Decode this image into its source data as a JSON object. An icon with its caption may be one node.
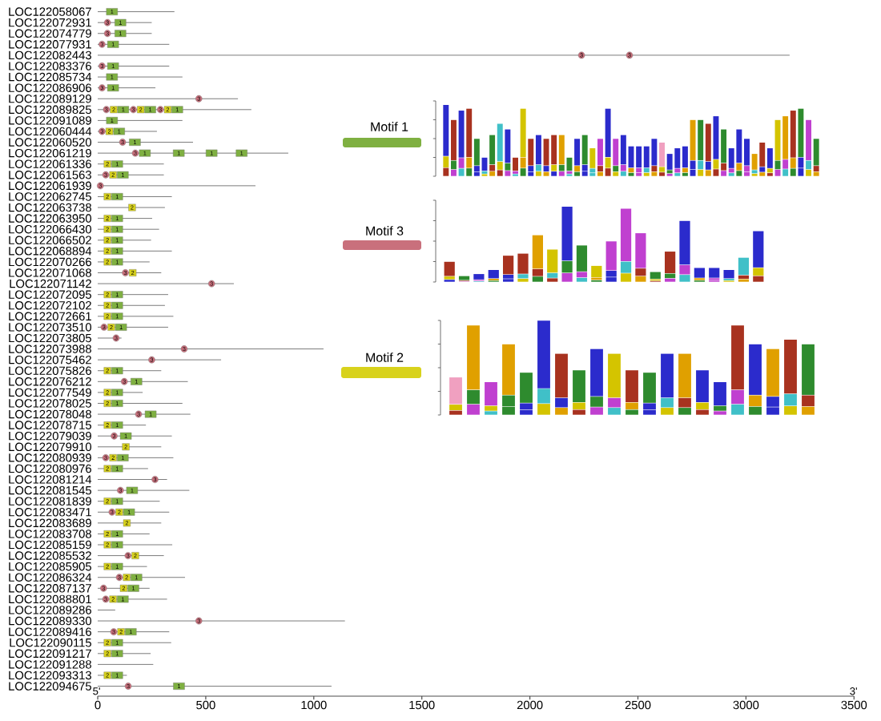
{
  "diagram": {
    "nodes": [
      {
        "text": [
          "LOC122058067"
        ]
      },
      {
        "text": [
          "1"
        ],
        "in": 0
      },
      {
        "text": [
          "LOC122072931"
        ]
      },
      {
        "text": [
          "3"
        ],
        "in": 2
      },
      {
        "text": [
          "1"
        ],
        "in": 2
      },
      {
        "text": [
          "LOC122074779"
        ]
      },
      {
        "text": [
          "3"
        ],
        "in": 5
      },
      {
        "text": [
          "1"
        ],
        "in": 5
      },
      {
        "text": [
          "LOC122077931"
        ]
      },
      {
        "text": [
          "3"
        ],
        "in": 8
      },
      {
        "text": [
          "1"
        ],
        "in": 8
      },
      {
        "text": [
          "LOC122082443"
        ]
      },
      {
        "text": [
          "3"
        ],
        "in": 11
      },
      {
        "text": [
          "3"
        ],
        "in": 11
      },
      {
        "text": [
          "LOC122083376"
        ]
      },
      {
        "text": [
          "3"
        ],
        "in": 14
      },
      {
        "text": [
          "1"
        ],
        "in": 14
      },
      {
        "text": [
          "LOC122085734"
        ]
      },
      {
        "text": [
          "1"
        ],
        "in": 17
      },
      {
        "text": [
          "LOC122086906"
        ]
      },
      {
        "text": [
          "3"
        ],
        "in": 19
      },
      {
        "text": [
          "1"
        ],
        "in": 19
      },
      {
        "text": [
          "LOC122089129"
        ]
      },
      {
        "text": [
          "3"
        ],
        "in": 22
      },
      {
        "text": [
          "LOC122089825"
        ]
      },
      {
        "text": [
          "3"
        ],
        "in": 24
      },
      {
        "text": [
          "2"
        ],
        "in": 24
      },
      {
        "text": [
          "1"
        ],
        "in": 24
      },
      {
        "text": [
          "3"
        ],
        "in": 24
      },
      {
        "text": [
          "2"
        ],
        "in": 24
      },
      {
        "text": [
          "1"
        ],
        "in": 24
      },
      {
        "text": [
          "3"
        ],
        "in": 24
      },
      {
        "text": [
          "2"
        ],
        "in": 24
      },
      {
        "text": [
          "1"
        ],
        "in": 24
      },
      {
        "text": [
          "LOC122091089"
        ]
      },
      {
        "text": [
          "1"
        ],
        "in": 34
      },
      {
        "text": [
          "LOC122060444"
        ]
      },
      {
        "text": [
          "3"
        ],
        "in": 36
      },
      {
        "text": [
          "2"
        ],
        "in": 36
      },
      {
        "text": [
          "1"
        ],
        "in": 36
      },
      {
        "text": [
          "LOC122060520"
        ]
      },
      {
        "text": [
          "3"
        ],
        "in": 40
      },
      {
        "text": [
          "1"
        ],
        "in": 40
      },
      {
        "text": [
          "LOC122061219"
        ]
      },
      {
        "text": [
          "3"
        ],
        "in": 43
      },
      {
        "text": [
          "1"
        ],
        "in": 43
      },
      {
        "text": [
          "1"
        ],
        "in": 43
      },
      {
        "text": [
          "1"
        ],
        "in": 43
      },
      {
        "text": [
          "1"
        ],
        "in": 43
      },
      {
        "text": [
          "LOC122061336"
        ]
      },
      {
        "text": [
          "2"
        ],
        "in": 49
      },
      {
        "text": [
          "1"
        ],
        "in": 49
      },
      {
        "text": [
          "LOC122061563"
        ]
      },
      {
        "text": [
          "3"
        ],
        "in": 52
      },
      {
        "text": [
          "2"
        ],
        "in": 52
      },
      {
        "text": [
          "1"
        ],
        "in": 52
      },
      {
        "text": [
          "LOC122061939"
        ]
      },
      {
        "text": [
          "3"
        ],
        "in": 56
      },
      {
        "text": [
          "LOC122062745"
        ]
      },
      {
        "text": [
          "2"
        ],
        "in": 58
      },
      {
        "text": [
          "1"
        ],
        "in": 58
      },
      {
        "text": [
          "LOC122063738"
        ]
      },
      {
        "text": [
          "2"
        ],
        "in": 61
      },
      {
        "text": [
          "LOC122063950"
        ]
      },
      {
        "text": [
          "2"
        ],
        "in": 63
      },
      {
        "text": [
          "1"
        ],
        "in": 63
      },
      {
        "text": [
          "LOC122066430"
        ]
      },
      {
        "text": [
          "2"
        ],
        "in": 66
      },
      {
        "text": [
          "1"
        ],
        "in": 66
      },
      {
        "text": [
          "LOC122066502"
        ]
      },
      {
        "text": [
          "2"
        ],
        "in": 69
      },
      {
        "text": [
          "1"
        ],
        "in": 69
      },
      {
        "text": [
          "LOC122068894"
        ]
      },
      {
        "text": [
          "2"
        ],
        "in": 72
      },
      {
        "text": [
          "1"
        ],
        "in": 72
      },
      {
        "text": [
          "LOC122070266"
        ]
      },
      {
        "text": [
          "2"
        ],
        "in": 75
      },
      {
        "text": [
          "1"
        ],
        "in": 75
      },
      {
        "text": [
          "LOC122071068"
        ]
      },
      {
        "text": [
          "3"
        ],
        "in": 78
      },
      {
        "text": [
          "2"
        ],
        "in": 78
      },
      {
        "text": [
          "LOC122071142"
        ]
      },
      {
        "text": [
          "3"
        ],
        "in": 81
      },
      {
        "text": [
          "LOC122072095"
        ]
      },
      {
        "text": [
          "2"
        ],
        "in": 83
      },
      {
        "text": [
          "1"
        ],
        "in": 83
      },
      {
        "text": [
          "LOC122072102"
        ]
      },
      {
        "text": [
          "2"
        ],
        "in": 86
      },
      {
        "text": [
          "1"
        ],
        "in": 86
      },
      {
        "text": [
          "LOC122072661"
        ]
      },
      {
        "text": [
          "2"
        ],
        "in": 89
      },
      {
        "text": [
          "1"
        ],
        "in": 89
      },
      {
        "text": [
          "LOC122073510"
        ]
      },
      {
        "text": [
          "3"
        ],
        "in": 92
      },
      {
        "text": [
          "2"
        ],
        "in": 92
      },
      {
        "text": [
          "1"
        ],
        "in": 92
      },
      {
        "text": [
          "LOC122073805"
        ]
      },
      {
        "text": [
          "3"
        ],
        "in": 96
      },
      {
        "text": [
          "LOC122073988"
        ]
      },
      {
        "text": [
          "3"
        ],
        "in": 98
      },
      {
        "text": [
          "LOC122075462"
        ]
      },
      {
        "text": [
          "3"
        ],
        "in": 100
      },
      {
        "text": [
          "LOC122075826"
        ]
      },
      {
        "text": [
          "2"
        ],
        "in": 102
      },
      {
        "text": [
          "1"
        ],
        "in": 102
      },
      {
        "text": [
          "LOC122076212"
        ]
      },
      {
        "text": [
          "3"
        ],
        "in": 105
      },
      {
        "text": [
          "1"
        ],
        "in": 105
      },
      {
        "text": [
          "LOC122077549"
        ]
      },
      {
        "text": [
          "2"
        ],
        "in": 108
      },
      {
        "text": [
          "1"
        ],
        "in": 108
      },
      {
        "text": [
          "LOC122078025"
        ]
      },
      {
        "text": [
          "2"
        ],
        "in": 111
      },
      {
        "text": [
          "1"
        ],
        "in": 111
      },
      {
        "text": [
          "LOC122078048"
        ]
      },
      {
        "text": [
          "3"
        ],
        "in": 114
      },
      {
        "text": [
          "1"
        ],
        "in": 114
      },
      {
        "text": [
          "LOC122078715"
        ]
      },
      {
        "text": [
          "2"
        ],
        "in": 117
      },
      {
        "text": [
          "1"
        ],
        "in": 117
      },
      {
        "text": [
          "LOC122079039"
        ]
      },
      {
        "text": [
          "3"
        ],
        "in": 120
      },
      {
        "text": [
          "1"
        ],
        "in": 120
      },
      {
        "text": [
          "LOC122079910"
        ]
      },
      {
        "text": [
          "2"
        ],
        "in": 123
      },
      {
        "text": [
          "LOC122080939"
        ]
      },
      {
        "text": [
          "3"
        ],
        "in": 125
      },
      {
        "text": [
          "2"
        ],
        "in": 125
      },
      {
        "text": [
          "1"
        ],
        "in": 125
      },
      {
        "text": [
          "LOC122080976"
        ]
      },
      {
        "text": [
          "2"
        ],
        "in": 129
      },
      {
        "text": [
          "1"
        ],
        "in": 129
      },
      {
        "text": [
          "LOC122081214"
        ]
      },
      {
        "text": [
          "3"
        ],
        "in": 132
      },
      {
        "text": [
          "LOC122081545"
        ]
      },
      {
        "text": [
          "3"
        ],
        "in": 134
      },
      {
        "text": [
          "1"
        ],
        "in": 134
      },
      {
        "text": [
          "LOC122081839"
        ]
      },
      {
        "text": [
          "2"
        ],
        "in": 137
      },
      {
        "text": [
          "1"
        ],
        "in": 137
      },
      {
        "text": [
          "LOC122083471"
        ]
      },
      {
        "text": [
          "3"
        ],
        "in": 140
      },
      {
        "text": [
          "2"
        ],
        "in": 140
      },
      {
        "text": [
          "1"
        ],
        "in": 140
      },
      {
        "text": [
          "LOC122083689"
        ]
      },
      {
        "text": [
          "2"
        ],
        "in": 144
      },
      {
        "text": [
          "LOC122083708"
        ]
      },
      {
        "text": [
          "2"
        ],
        "in": 146
      },
      {
        "text": [
          "1"
        ],
        "in": 146
      },
      {
        "text": [
          "LOC122085159"
        ]
      },
      {
        "text": [
          "2"
        ],
        "in": 149
      },
      {
        "text": [
          "1"
        ],
        "in": 149
      },
      {
        "text": [
          "LOC122085532"
        ]
      },
      {
        "text": [
          "3"
        ],
        "in": 152
      },
      {
        "text": [
          "2"
        ],
        "in": 152
      },
      {
        "text": [
          "LOC122085905"
        ]
      },
      {
        "text": [
          "2"
        ],
        "in": 155
      },
      {
        "text": [
          "1"
        ],
        "in": 155
      },
      {
        "text": [
          "LOC122086324"
        ]
      },
      {
        "text": [
          "3"
        ],
        "in": 158
      },
      {
        "text": [
          "2"
        ],
        "in": 158
      },
      {
        "text": [
          "1"
        ],
        "in": 158
      },
      {
        "text": [
          "LOC122087137"
        ]
      },
      {
        "text": [
          "3"
        ],
        "in": 162
      },
      {
        "text": [
          "2"
        ],
        "in": 162
      },
      {
        "text": [
          "1"
        ],
        "in": 162
      },
      {
        "text": [
          "LOC122088801"
        ]
      },
      {
        "text": [
          "3"
        ],
        "in": 166
      },
      {
        "text": [
          "2"
        ],
        "in": 166
      },
      {
        "text": [
          "1"
        ],
        "in": 166
      },
      {
        "text": [
          "LOC122089286"
        ]
      },
      {
        "text": [
          "LOC122089330"
        ]
      },
      {
        "text": [
          "3"
        ],
        "in": 171
      },
      {
        "text": [
          "LOC122089416"
        ]
      },
      {
        "text": [
          "3"
        ],
        "in": 173
      },
      {
        "text": [
          "2"
        ],
        "in": 173
      },
      {
        "text": [
          "1"
        ],
        "in": 173
      },
      {
        "text": [
          "LOC122090115"
        ]
      },
      {
        "text": [
          "2"
        ],
        "in": 177
      },
      {
        "text": [
          "1"
        ],
        "in": 177
      },
      {
        "text": [
          "LOC122091217"
        ]
      },
      {
        "text": [
          "2"
        ],
        "in": 180
      },
      {
        "text": [
          "1"
        ],
        "in": 180
      },
      {
        "text": [
          "LOC122091288"
        ]
      },
      {
        "text": [
          "LOC122093313"
        ]
      },
      {
        "text": [
          "2"
        ],
        "in": 184
      },
      {
        "text": [
          "1"
        ],
        "in": 184
      },
      {
        "text": [
          "LOC122094675"
        ]
      },
      {
        "text": [
          "3"
        ],
        "in": 187
      },
      {
        "text": [
          "1"
        ],
        "in": 187
      }
    ],
    "labels": [
      "5'",
      "3'",
      "0",
      "500",
      "1000",
      "1500",
      "2000",
      "2500",
      "3000",
      "3500"
    ],
    "legend": [
      {
        "text": "Motif 1",
        "color": "#7fb041"
      },
      {
        "text": "Motif 3",
        "color": "#c9707c"
      },
      {
        "text": "Motif 2",
        "color": "#d8d21c"
      }
    ]
  }
}
